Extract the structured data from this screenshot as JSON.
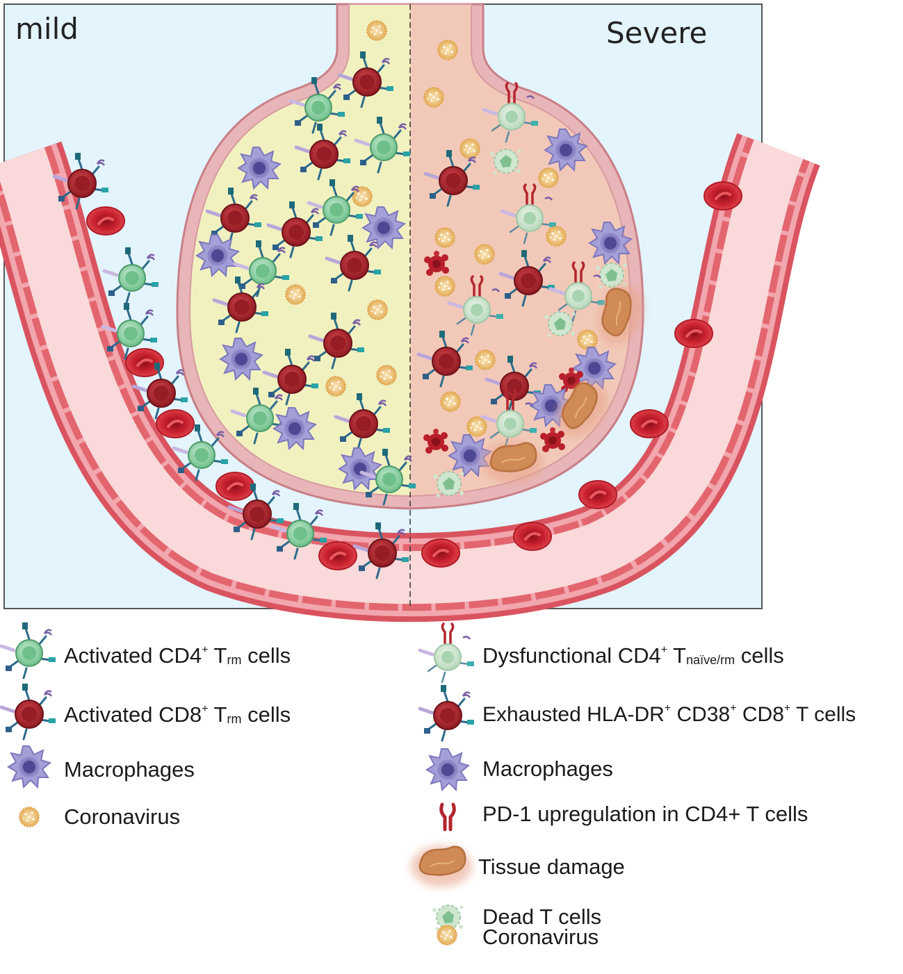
{
  "panels": {
    "left_label": "mild",
    "right_label": "Severe"
  },
  "legend_left": [
    {
      "icon": "cd4-cell-icon",
      "pre": "Activated CD4",
      "sup": "+",
      "mid": " T",
      "sub": "rm",
      "post": " cells"
    },
    {
      "icon": "cd8-cell-icon",
      "pre": "Activated CD8",
      "sup": "+",
      "mid": " T",
      "sub": "rm",
      "post": " cells"
    },
    {
      "icon": "macrophage-icon",
      "pre": "Macrophages"
    },
    {
      "icon": "coronavirus-icon",
      "pre": "Coronavirus"
    }
  ],
  "legend_right": [
    {
      "icon": "dysfunctional-cd4-icon",
      "pre": "Dysfunctional CD4",
      "sup": "+",
      "mid": " T",
      "sub": "naïve/rm",
      "post": " cells"
    },
    {
      "icon": "exhausted-cd8-icon",
      "pre": "Exhausted HLA-DR",
      "sup": "+",
      "mid": " CD38",
      "sup2": "+",
      "mid2": " CD8",
      "sup3": "+",
      "post": " T cells"
    },
    {
      "icon": "macrophage-icon",
      "pre": "Macrophages"
    },
    {
      "icon": "pd1-receptor-icon",
      "pre": "PD-1 upregulation in CD4+  T cells"
    },
    {
      "icon": "tissue-damage-icon",
      "pre": "Tissue damage"
    },
    {
      "icon": "dead-t-cell-icon",
      "pre": "Dead T cells"
    },
    {
      "icon": "coronavirus-icon",
      "pre": "Coronavirus"
    }
  ],
  "colors": {
    "background": "#e3f4fc",
    "alveolus_mild": "#f1f1c0",
    "alveolus_severe": "#f2c9b8",
    "vessel_lumen": "#f9d9d9",
    "vessel_wall": "#e8838a",
    "rbc": "#c8202e",
    "cd4_cell": "#8ed3a8",
    "cd8_cell": "#a4232c",
    "macrophage": "#8a83c6",
    "virus": "#e6b45c",
    "tissue_damage": "#d08a55"
  }
}
